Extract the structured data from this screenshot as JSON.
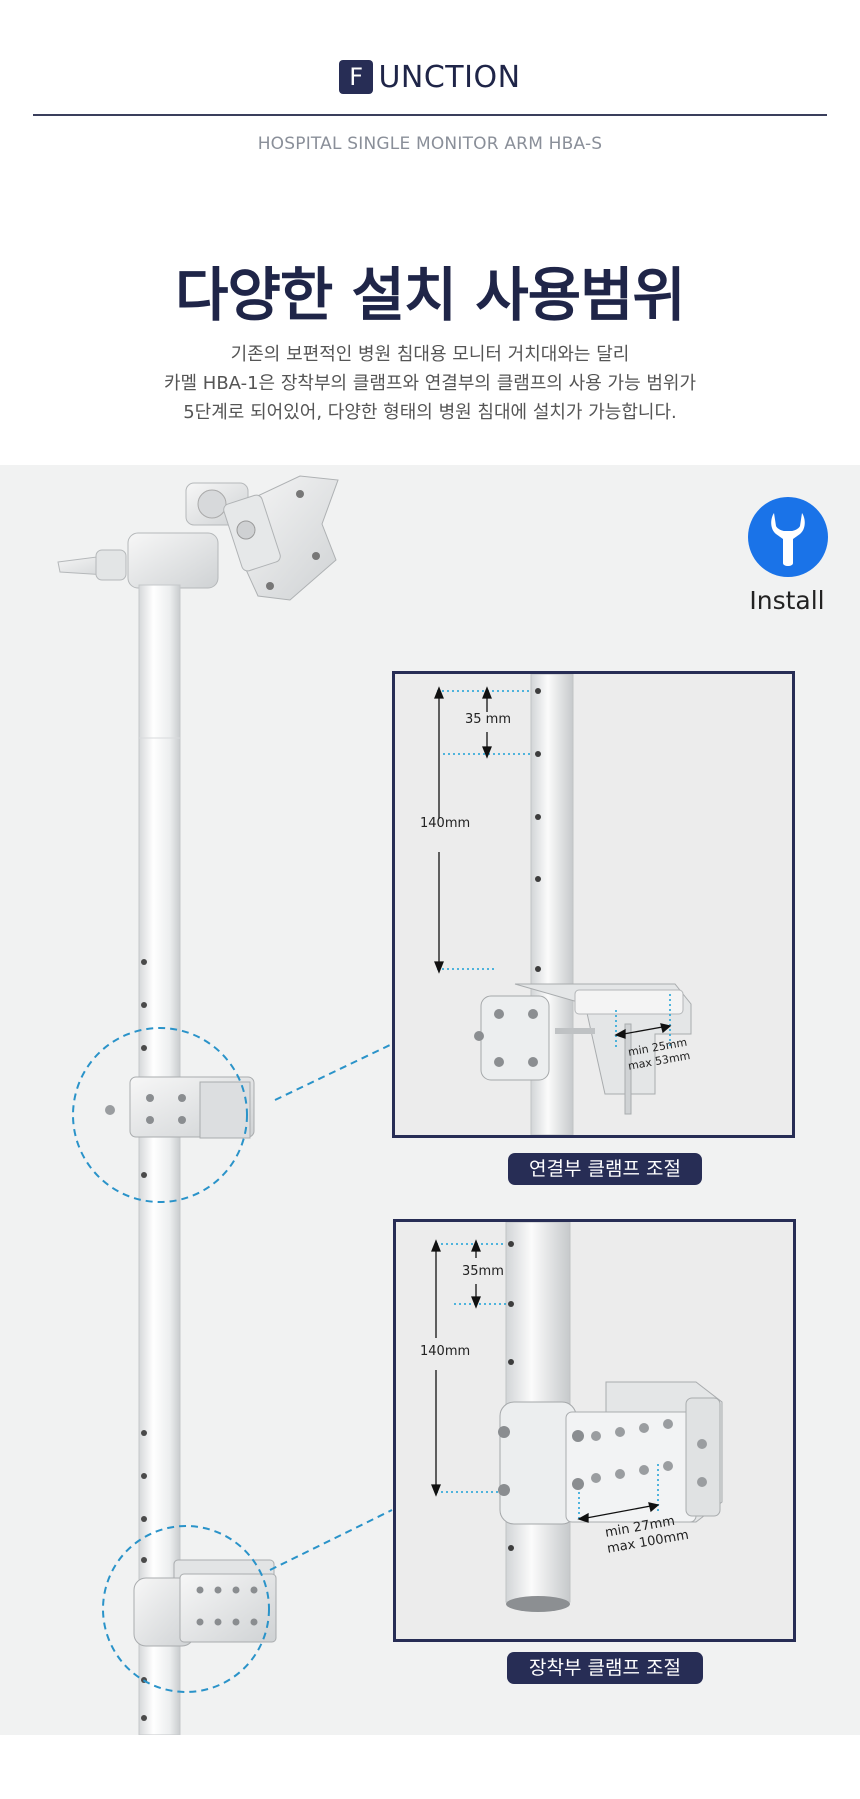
{
  "header": {
    "badge_letter": "F",
    "function_rest": "UNCTION",
    "subtitle": "HOSPITAL SINGLE MONITOR ARM HBA-S",
    "title": "다양한 설치 사용범위",
    "description": [
      "기존의 보편적인 병원 침대용 모니터 거치대와는 달리",
      "카멜 HBA-1은 장착부의 클램프와 연결부의 클램프의 사용 가능 범위가",
      "5단계로 되어있어, 다양한 형태의 병원 침대에 설치가 가능합니다."
    ]
  },
  "install": {
    "label": "Install",
    "icon": "wrench-icon",
    "color": "#1a73e8"
  },
  "panels": [
    {
      "caption": "연결부 클램프 조절",
      "dims": {
        "pitch": "35 mm",
        "span": "140mm",
        "min": "min 25mm",
        "max": "max 53mm"
      }
    },
    {
      "caption": "장착부 클램프 조절",
      "dims": {
        "pitch": "35mm",
        "span": "140mm",
        "min": "min 27mm",
        "max": "max 100mm"
      }
    }
  ],
  "colors": {
    "navy": "#272d55",
    "accent": "#1a73e8",
    "dashed": "#2a93c9",
    "background": "#f1f2f2"
  }
}
